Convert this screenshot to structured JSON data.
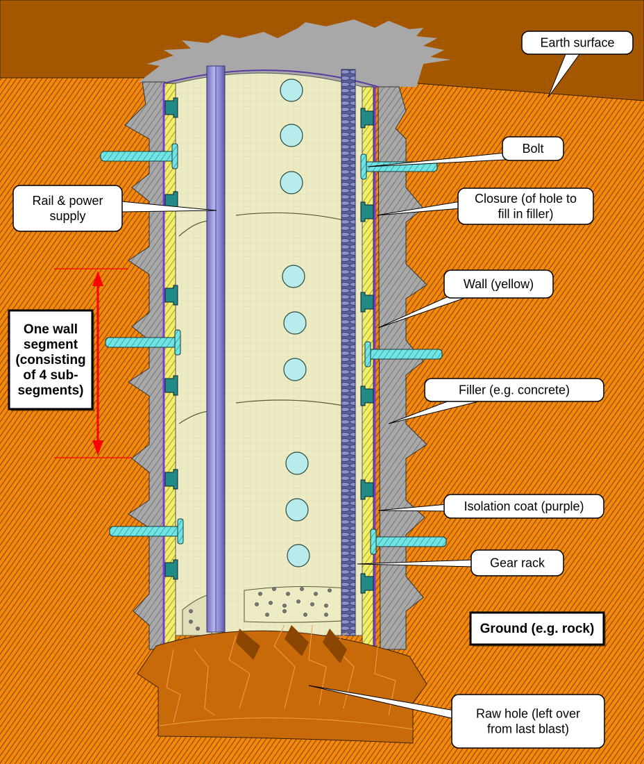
{
  "title": "Shaft wall construction cross-section",
  "colors": {
    "ground": "#f5870a",
    "ground_hatch": "#3a2a10",
    "earth_surface": "#a65800",
    "filler": "#a8a8a8",
    "wall": "#f2ee6a",
    "isolation_coat": "#7a3fd0",
    "bolt": "#6fe6e6",
    "closure": "#1f8a86",
    "inner_tube": "#ecebc4",
    "rail": "#9a98d8",
    "gear_rack": "#5a6098",
    "raw_hole": "#c86a0a",
    "measure": "#ff0000",
    "callout_bg": "#ffffff"
  },
  "callouts": {
    "earth_surface": {
      "lines": [
        "Earth surface"
      ]
    },
    "bolt": {
      "lines": [
        "Bolt"
      ]
    },
    "rail_power": {
      "lines": [
        "Rail & power",
        "supply"
      ]
    },
    "closure": {
      "lines": [
        "Closure (of hole to",
        "fill in filler)"
      ]
    },
    "wall": {
      "lines": [
        "Wall (yellow)"
      ]
    },
    "filler": {
      "lines": [
        "Filler (e.g. concrete)"
      ]
    },
    "isolation": {
      "lines": [
        "Isolation coat (purple)"
      ]
    },
    "gear_rack": {
      "lines": [
        "Gear rack"
      ]
    },
    "raw_hole": {
      "lines": [
        "Raw hole (left over",
        "from last blast)"
      ]
    }
  },
  "boxes": {
    "wall_segment": {
      "lines": [
        "One wall",
        "segment",
        "(consisting",
        "of 4 sub-",
        "segments)"
      ]
    },
    "ground": {
      "lines": [
        "Ground (e.g. rock)"
      ]
    }
  }
}
